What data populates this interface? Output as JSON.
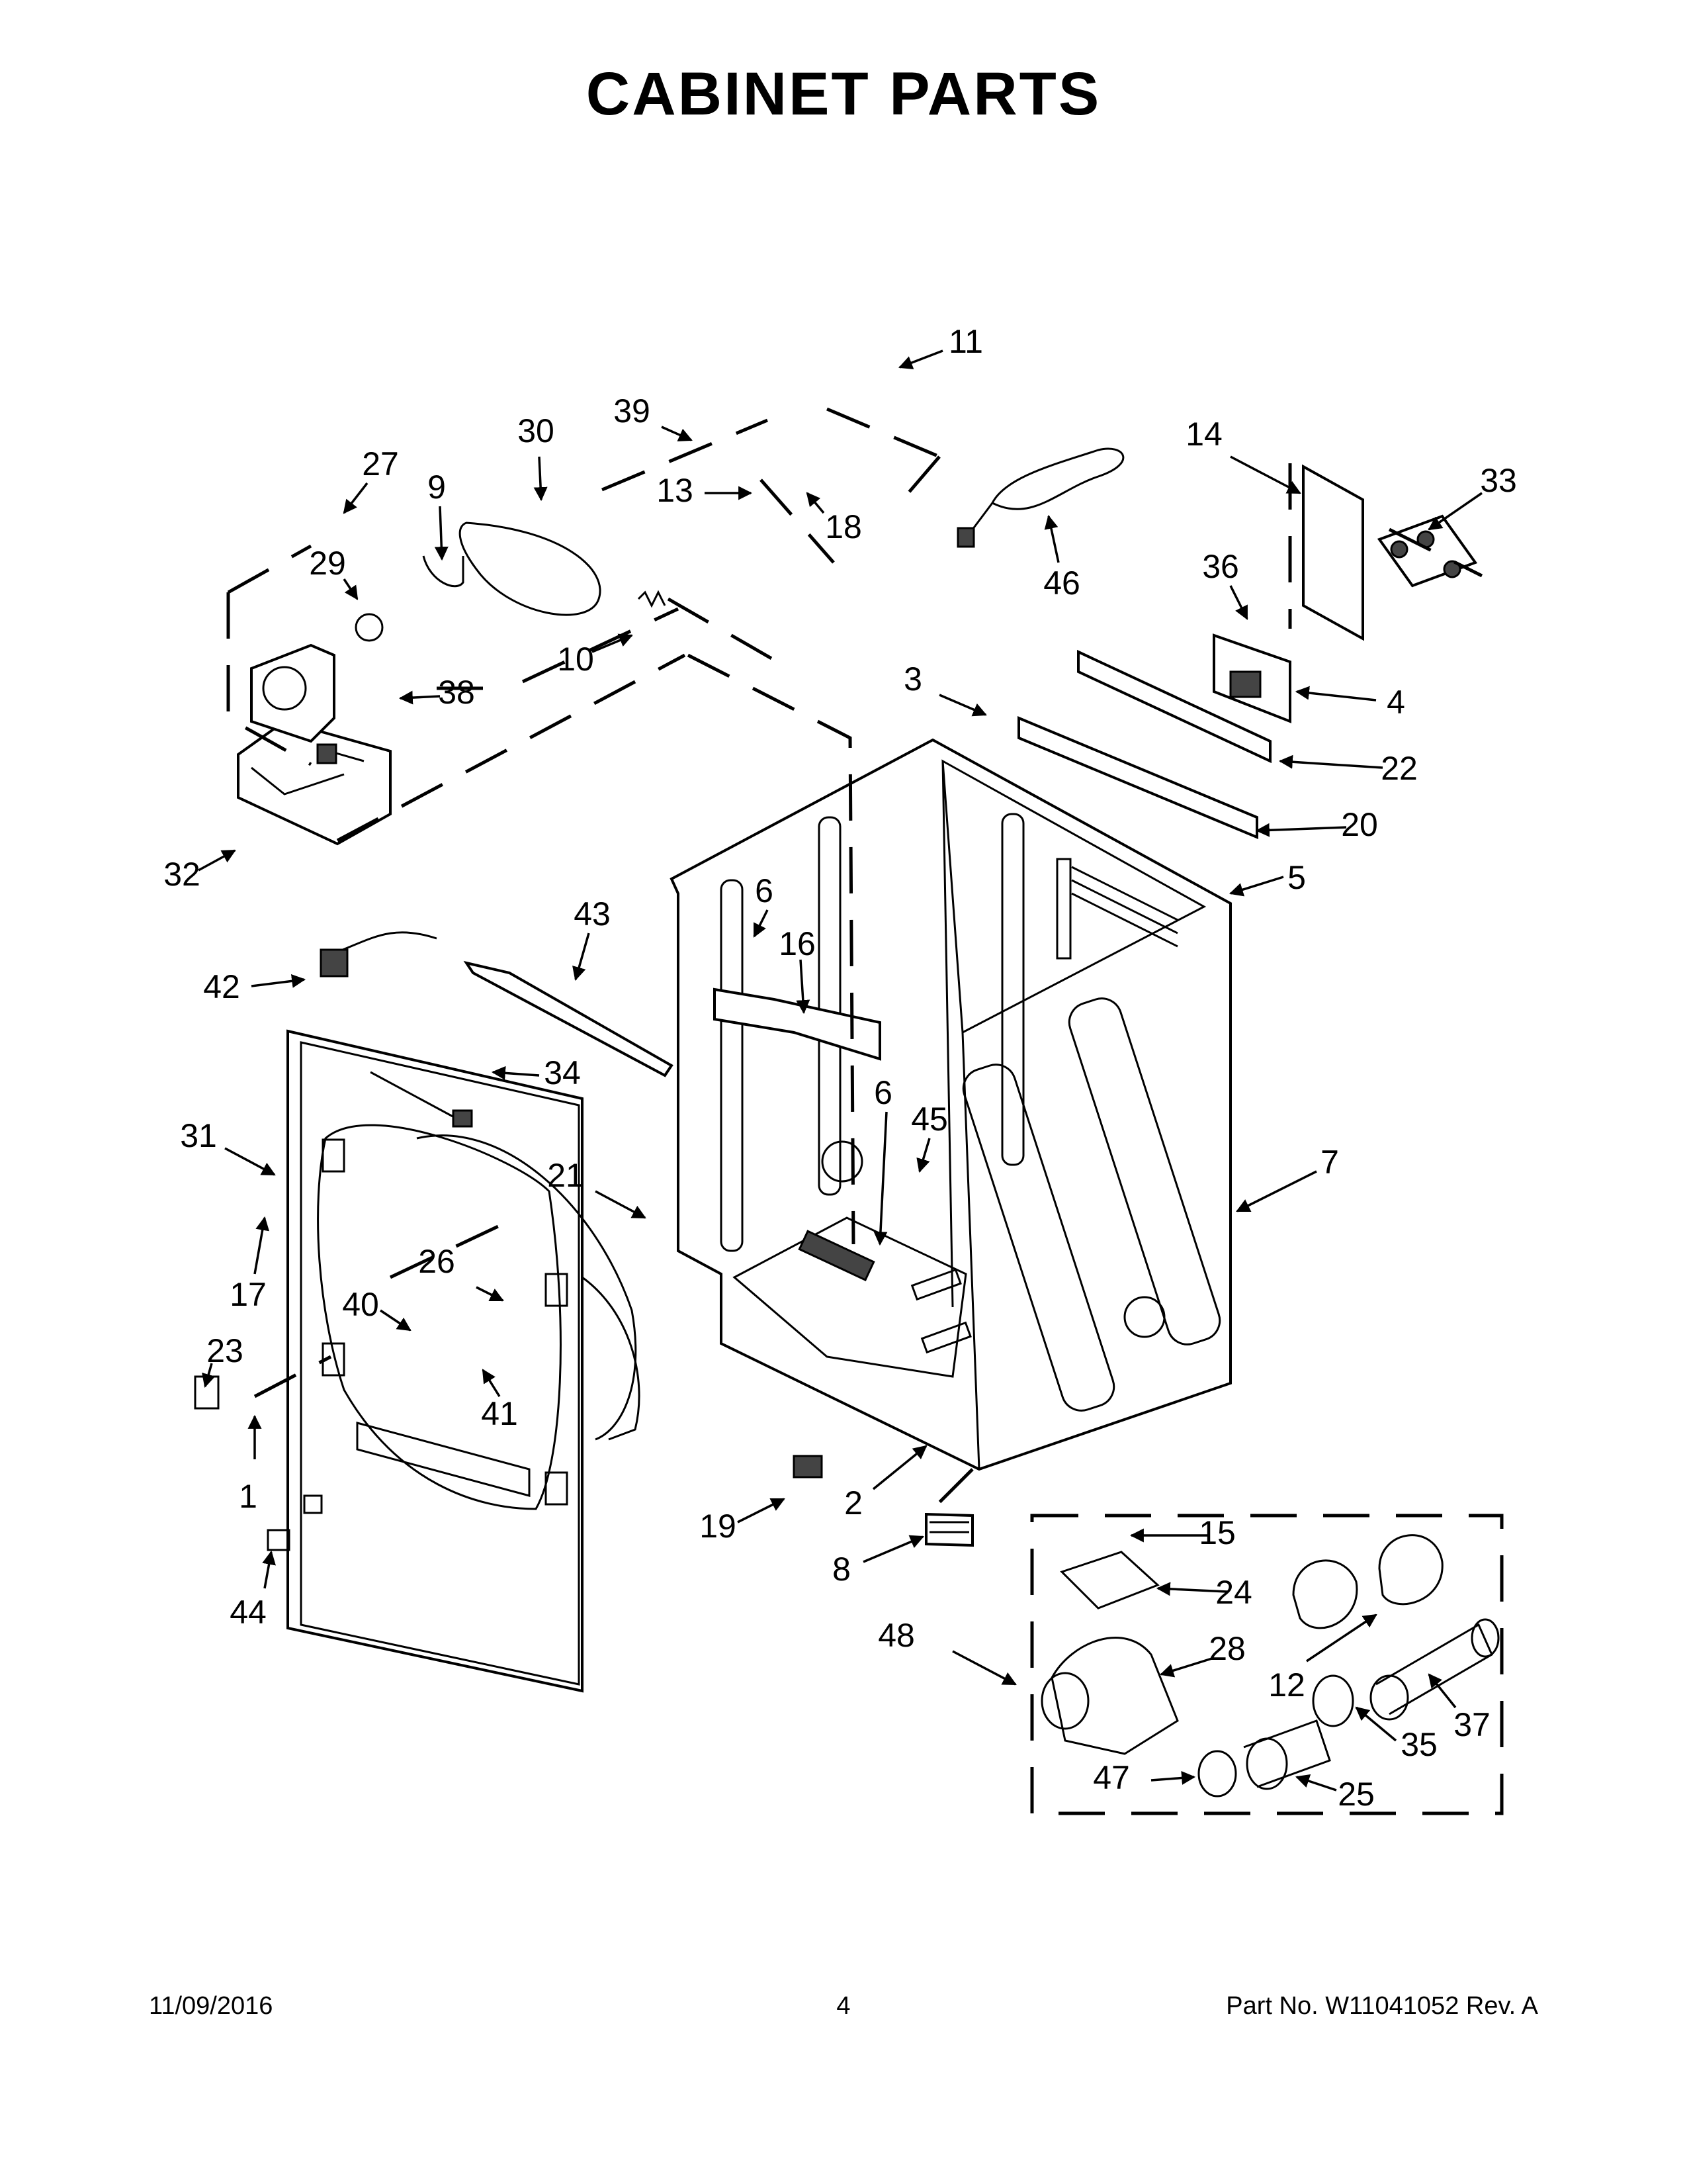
{
  "title": "CABINET PARTS",
  "footer": {
    "date": "11/09/2016",
    "page": "4",
    "part_number": "Part No.  W11041052  Rev.  A"
  },
  "callouts": [
    "1",
    "2",
    "3",
    "4",
    "5",
    "6",
    "6",
    "7",
    "8",
    "9",
    "10",
    "11",
    "12",
    "13",
    "14",
    "15",
    "16",
    "17",
    "18",
    "19",
    "20",
    "21",
    "22",
    "23",
    "24",
    "25",
    "26",
    "27",
    "28",
    "29",
    "30",
    "31",
    "32",
    "33",
    "34",
    "35",
    "36",
    "37",
    "38",
    "39",
    "40",
    "41",
    "42",
    "43",
    "44",
    "45",
    "46",
    "47",
    "48"
  ]
}
